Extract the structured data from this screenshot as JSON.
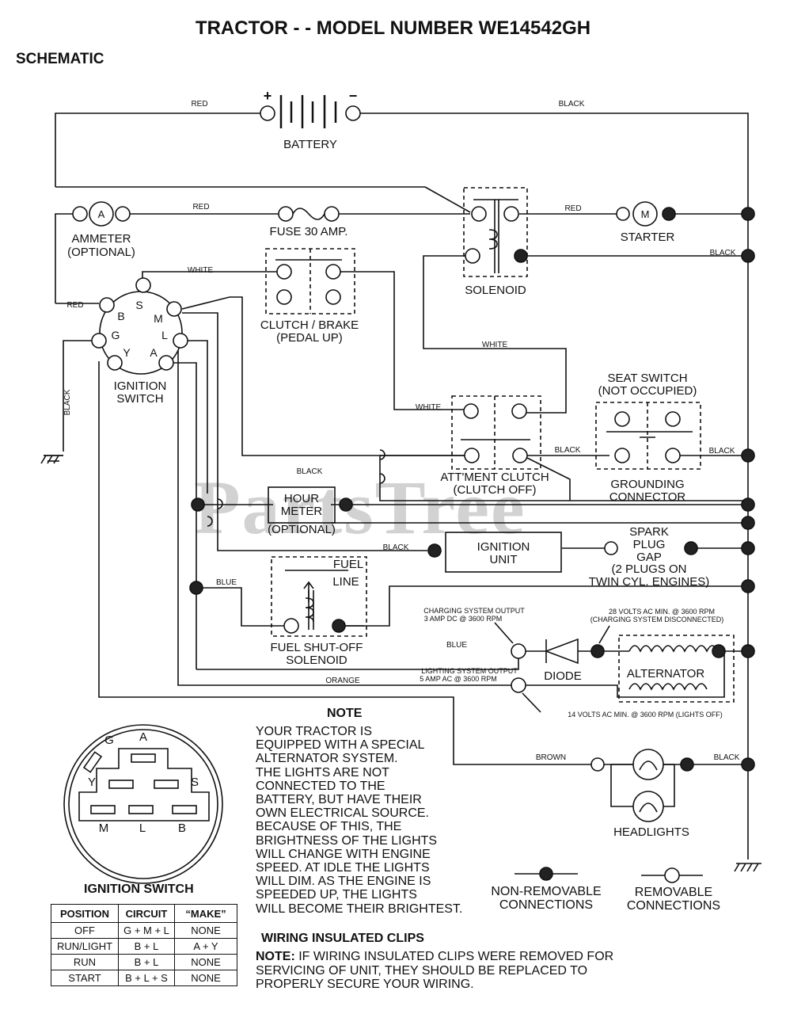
{
  "header": {
    "title": "TRACTOR - - MODEL NUMBER WE14542GH",
    "subtitle": "SCHEMATIC"
  },
  "watermark": "PartsTree",
  "components": {
    "battery": "BATTERY",
    "battery_plus": "+",
    "battery_minus": "−",
    "ammeter": "AMMETER",
    "ammeter_opt": "(OPTIONAL)",
    "ammeter_symbol": "A",
    "fuse": "FUSE 30 AMP.",
    "solenoid": "SOLENOID",
    "starter": "STARTER",
    "starter_symbol": "M",
    "clutch_brake": "CLUTCH / BRAKE",
    "clutch_brake_sub": "(PEDAL UP)",
    "ignition_switch": "IGNITION",
    "ignition_switch_2": "SWITCH",
    "seat_switch": "SEAT SWITCH",
    "seat_switch_sub": "(NOT OCCUPIED)",
    "attment_clutch": "ATT'MENT CLUTCH",
    "attment_clutch_sub": "(CLUTCH OFF)",
    "grounding": "GROUNDING",
    "grounding_2": "CONNECTOR",
    "hour_meter": "HOUR",
    "hour_meter_2": "METER",
    "hour_meter_opt": "(OPTIONAL)",
    "ignition_unit": "IGNITION",
    "ignition_unit_2": "UNIT",
    "spark_1": "SPARK",
    "spark_2": "PLUG",
    "spark_3": "GAP",
    "spark_4": "(2 PLUGS ON",
    "spark_5": "TWIN CYL. ENGINES)",
    "fuel_line": "FUEL",
    "fuel_line_2": "LINE",
    "fuel_solenoid": "FUEL SHUT-OFF",
    "fuel_solenoid_2": "SOLENOID",
    "diode": "DIODE",
    "alternator": "ALTERNATOR",
    "headlights": "HEADLIGHTS"
  },
  "switch_letters": {
    "S": "S",
    "B": "B",
    "M": "M",
    "G": "G",
    "L": "L",
    "Y": "Y",
    "A": "A"
  },
  "wires": {
    "red": "RED",
    "black": "BLACK",
    "white": "WHITE",
    "blue": "BLUE",
    "orange": "ORANGE",
    "brown": "BROWN"
  },
  "annotations": {
    "charging_1": "CHARGING SYSTEM OUTPUT",
    "charging_2": "3 AMP DC @ 3600 RPM",
    "volts28_1": "28 VOLTS AC MIN. @ 3600 RPM",
    "volts28_2": "(CHARGING SYSTEM DISCONNECTED)",
    "lighting_1": "LIGHTING SYSTEM OUTPUT",
    "lighting_2": "5 AMP AC @ 3600 RPM",
    "volts14": "14 VOLTS AC MIN. @ 3600 RPM (LIGHTS OFF)"
  },
  "note": {
    "title": "NOTE",
    "body": "YOUR TRACTOR IS\nEQUIPPED WITH A SPECIAL\nALTERNATOR SYSTEM.\nTHE LIGHTS ARE NOT\nCONNECTED TO THE\nBATTERY, BUT HAVE THEIR\nOWN ELECTRICAL SOURCE.\nBECAUSE OF THIS, THE\nBRIGHTNESS OF THE LIGHTS\nWILL CHANGE WITH ENGINE\nSPEED. AT IDLE THE LIGHTS\nWILL DIM. AS THE ENGINE IS\nSPEEDED UP, THE LIGHTS\nWILL BECOME THEIR BRIGHTEST."
  },
  "legend": {
    "non_removable": "NON-REMOVABLE\nCONNECTIONS",
    "removable": "REMOVABLE\nCONNECTIONS"
  },
  "clips": {
    "title": "WIRING INSULATED CLIPS",
    "note_label": "NOTE:",
    "body": " IF WIRING INSULATED CLIPS WERE REMOVED FOR\nSERVICING OF UNIT, THEY SHOULD BE REPLACED TO\nPROPERLY SECURE YOUR WIRING."
  },
  "ignition_table": {
    "title": "IGNITION SWITCH",
    "columns": [
      "POSITION",
      "CIRCUIT",
      "“MAKE”"
    ],
    "rows": [
      [
        "OFF",
        "G + M + L",
        "NONE"
      ],
      [
        "RUN/LIGHT",
        "B + L",
        "A + Y"
      ],
      [
        "RUN",
        "B + L",
        "NONE"
      ],
      [
        "START",
        "B + L + S",
        "NONE"
      ]
    ]
  },
  "plug_face": {
    "G": "G",
    "A": "A",
    "Y": "Y",
    "S": "S",
    "M": "M",
    "L": "L",
    "B": "B"
  }
}
